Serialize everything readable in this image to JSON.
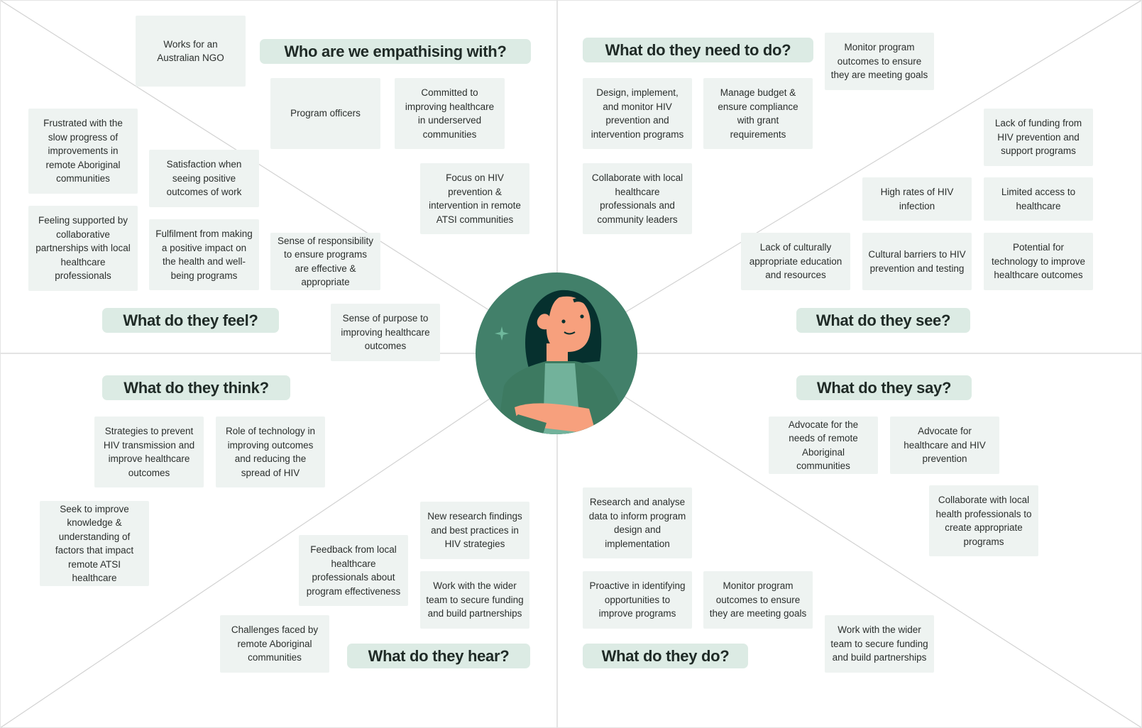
{
  "center": {
    "avatar_icon": "woman-persona-illustration"
  },
  "colors": {
    "note_bg": "#eef3f1",
    "heading_bg": "#dcebe4",
    "circle": "#3f7f67",
    "line": "#cfcfcf"
  },
  "headings": {
    "who": "Who are we empathising with?",
    "need": "What do they need to do?",
    "feel": "What do they feel?",
    "see": "What do they see?",
    "think": "What do they think?",
    "say": "What do they say?",
    "hear": "What do they hear?",
    "do": "What do they do?"
  },
  "notes": {
    "who": [
      "Works for an Australian NGO",
      "Program officers",
      "Committed to improving healthcare in underserved communities",
      "Focus on HIV prevention & intervention in remote ATSI communities"
    ],
    "feel": [
      "Frustrated with the slow progress of improvements in remote Aboriginal communities",
      "Satisfaction when seeing positive outcomes of work",
      "Feeling supported by collaborative partnerships with local healthcare professionals",
      "Fulfilment from making a positive impact on the health and well-being programs",
      "Sense of responsibility to ensure programs are effective & appropriate",
      "Sense of purpose to improving healthcare outcomes"
    ],
    "think": [
      "Strategies to prevent HIV transmission and improve healthcare outcomes",
      "Role of technology in improving outcomes and reducing the spread of HIV",
      "Seek to improve knowledge & understanding of factors that impact remote ATSI healthcare"
    ],
    "hear": [
      "New research findings and best practices in HIV strategies",
      "Feedback from local healthcare professionals about program effectiveness",
      "Work with the wider team to secure funding and build partnerships",
      "Challenges faced by remote Aboriginal communities"
    ],
    "need": [
      "Monitor program outcomes to ensure they are meeting goals",
      "Design, implement, and monitor HIV prevention and intervention programs",
      "Manage budget & ensure compliance with grant requirements",
      "Collaborate with local healthcare professionals and community leaders"
    ],
    "see": [
      "Lack of funding from HIV prevention and support programs",
      "High rates of HIV infection",
      "Limited access to healthcare",
      "Lack of culturally appropriate education and resources",
      "Cultural barriers to HIV prevention and testing",
      "Potential for technology to improve healthcare outcomes"
    ],
    "say": [
      "Advocate for the needs of remote Aboriginal communities",
      "Advocate for healthcare and HIV prevention",
      "Collaborate with local health professionals to create appropriate programs"
    ],
    "do": [
      "Research and analyse data to inform program design and implementation",
      "Proactive in identifying opportunities to improve programs",
      "Monitor program outcomes to ensure they are meeting goals",
      "Work with the wider team to secure funding and build partnerships"
    ]
  }
}
